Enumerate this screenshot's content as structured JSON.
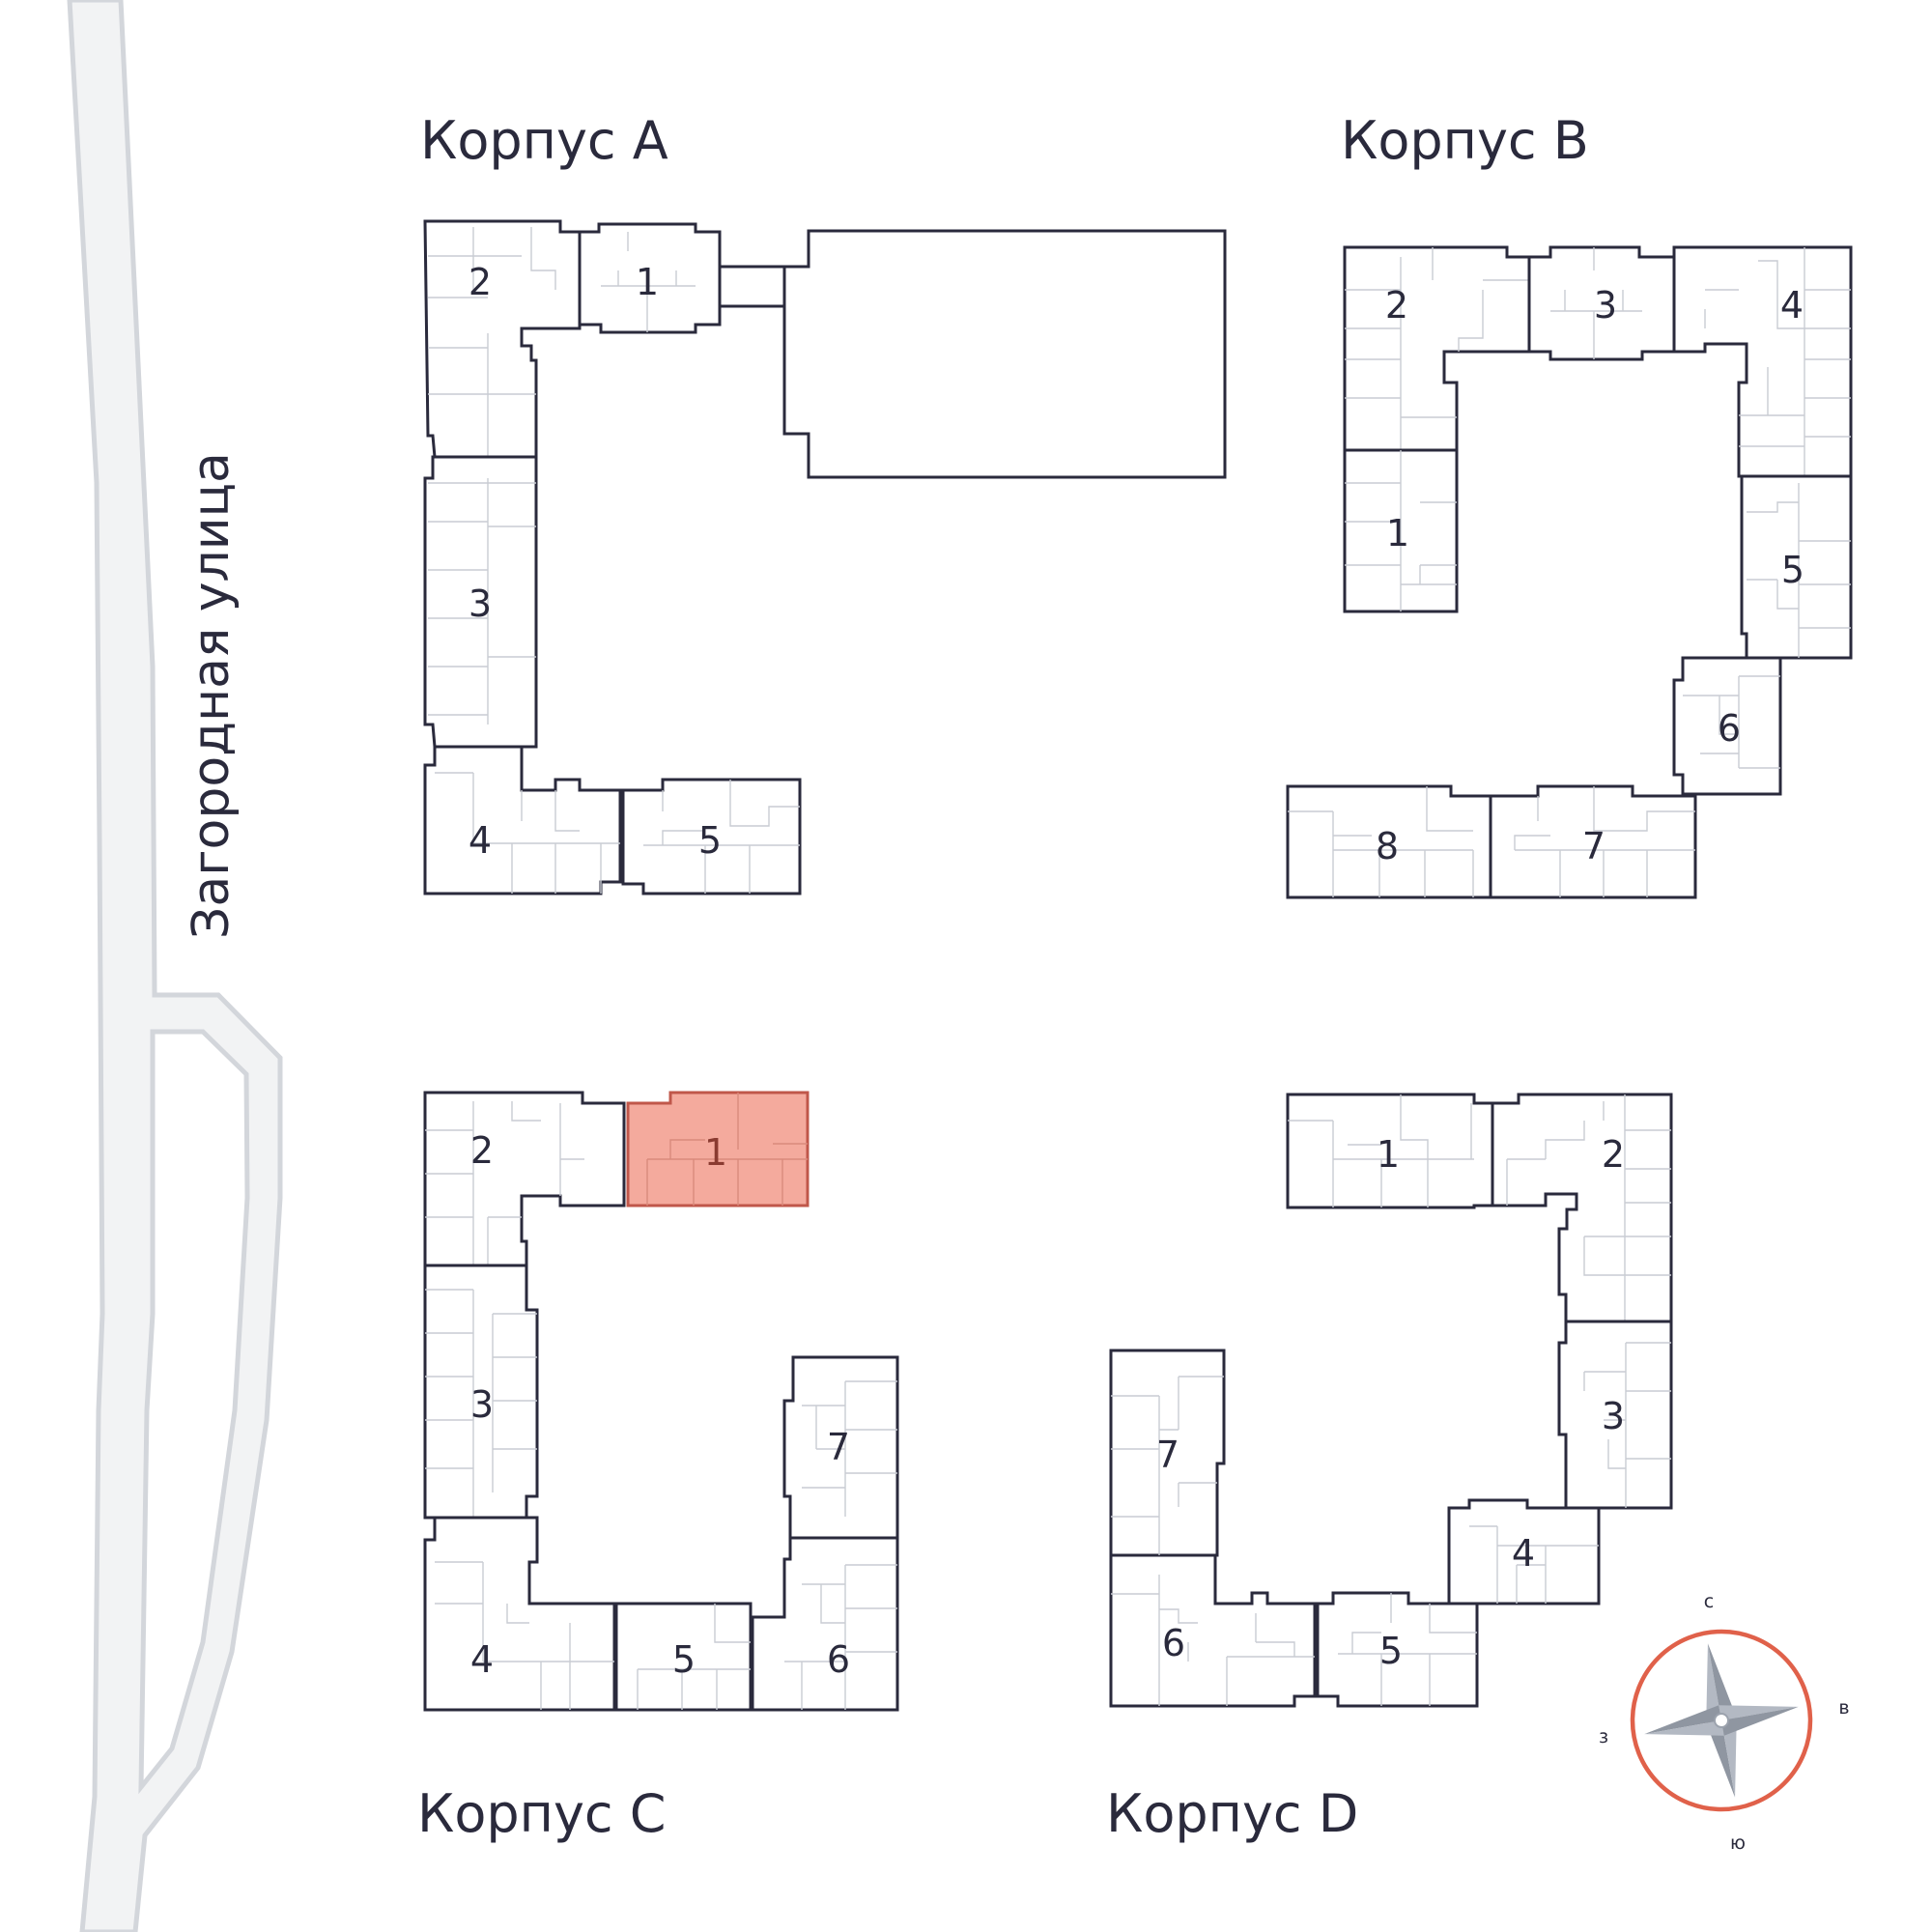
{
  "street": {
    "name": "Загородная улица"
  },
  "corpus": [
    {
      "id": "A",
      "label": "Корпус A",
      "sections": [
        "1",
        "2",
        "3",
        "4",
        "5"
      ]
    },
    {
      "id": "B",
      "label": "Корпус B",
      "sections": [
        "1",
        "2",
        "3",
        "4",
        "5",
        "6",
        "7",
        "8"
      ]
    },
    {
      "id": "C",
      "label": "Корпус C",
      "sections": [
        "1",
        "2",
        "3",
        "4",
        "5",
        "6",
        "7"
      ],
      "selected_section": "1"
    },
    {
      "id": "D",
      "label": "Корпус D",
      "sections": [
        "1",
        "2",
        "3",
        "4",
        "5",
        "6",
        "7"
      ]
    }
  ],
  "compass": {
    "north": "с",
    "east": "в",
    "south": "ю",
    "west": "з",
    "ring_color": "#e0614a",
    "star_color": "#b3b9c3"
  },
  "colors": {
    "outline": "#2a2a3c",
    "selected_fill": "#f4aa9d",
    "selected_stroke": "#c0574a",
    "road": "#f2f3f4"
  }
}
